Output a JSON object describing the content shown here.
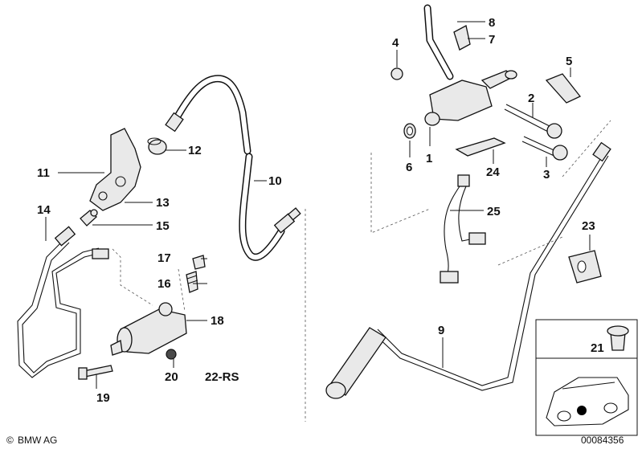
{
  "callouts": {
    "c1": "1",
    "c2": "2",
    "c3": "3",
    "c4": "4",
    "c5": "5",
    "c6": "6",
    "c7": "7",
    "c8": "8",
    "c9": "9",
    "c10": "10",
    "c11": "11",
    "c12": "12",
    "c13": "13",
    "c14": "14",
    "c15": "15",
    "c16": "16",
    "c17": "17",
    "c18": "18",
    "c19": "19",
    "c20": "20",
    "c21": "21",
    "c23": "23",
    "c24": "24",
    "c25": "25"
  },
  "group_label": "22-RS",
  "footer": {
    "brand": "BMW AG",
    "copyright_symbol": "©",
    "drawing_number": "00084356"
  },
  "colors": {
    "line": "#111111",
    "part_fill": "#e9e9e9",
    "dark_fill": "#4a4a4a",
    "locator_marker": "#000000"
  }
}
